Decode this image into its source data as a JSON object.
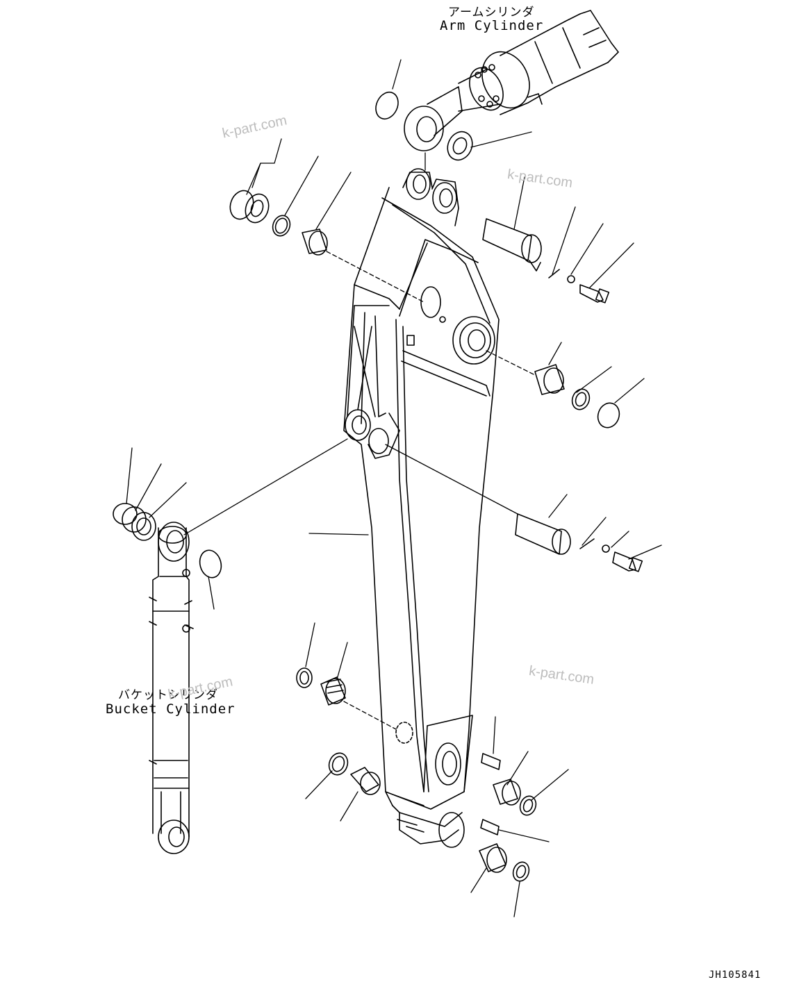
{
  "labels": {
    "arm_cylinder_jp": "アームシリンダ",
    "arm_cylinder_en": "Arm Cylinder",
    "bucket_cylinder_jp": "バケットシリンダ",
    "bucket_cylinder_en": "Bucket Cylinder"
  },
  "watermark": "k-part.com",
  "document_id": "JH105841",
  "colors": {
    "line": "#000000",
    "watermark": "#bdbdbd",
    "background": "#ffffff"
  }
}
